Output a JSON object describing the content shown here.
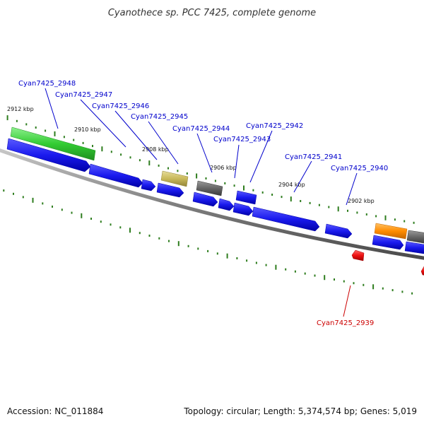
{
  "title": "Cyanothece sp. PCC 7425, complete genome",
  "footer": {
    "accession": "Accession: NC_011884",
    "summary": "Topology: circular; Length: 5,374,574 bp; Genes: 5,019"
  },
  "kbp_ticks": [
    "2912 kbp",
    "2910 kbp",
    "2908 kbp",
    "2906 kbp",
    "2904 kbp",
    "2902 kbp"
  ],
  "gene_labels": [
    {
      "text": "Cyan7425_2948",
      "color": "#0000cc"
    },
    {
      "text": "Cyan7425_2947",
      "color": "#0000cc"
    },
    {
      "text": "Cyan7425_2946",
      "color": "#0000cc"
    },
    {
      "text": "Cyan7425_2945",
      "color": "#0000cc"
    },
    {
      "text": "Cyan7425_2944",
      "color": "#0000cc"
    },
    {
      "text": "Cyan7425_2943",
      "color": "#0000cc"
    },
    {
      "text": "Cyan7425_2942",
      "color": "#0000cc"
    },
    {
      "text": "Cyan7425_2941",
      "color": "#0000cc"
    },
    {
      "text": "Cyan7425_2940",
      "color": "#0000cc"
    },
    {
      "text": "Cyan7425_2939",
      "color": "#cc0000"
    }
  ],
  "colors": {
    "backbone": "#808080",
    "blue_gene": "#1a1aee",
    "green_gene": "#33cc33",
    "khaki_gene": "#c8b85a",
    "gray_gene": "#666666",
    "orange_gene": "#ff8c00",
    "red_gene": "#ee1111",
    "tick_green": "#2e7d1e"
  }
}
